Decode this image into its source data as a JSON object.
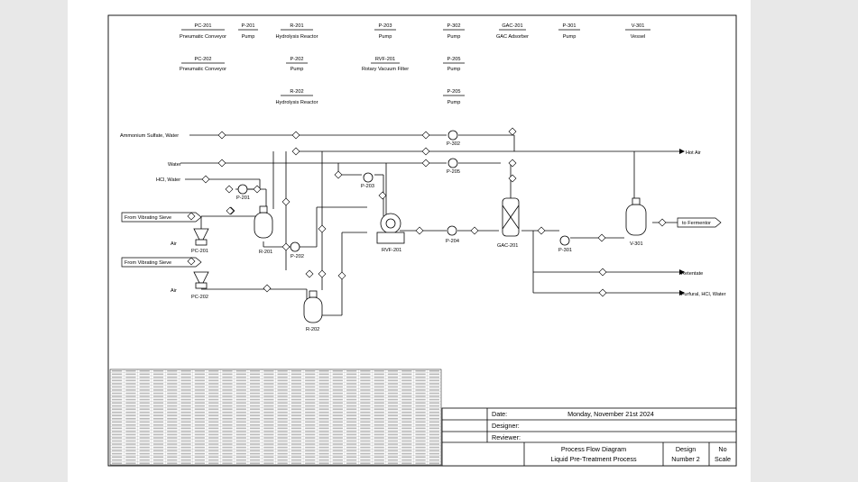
{
  "legend": [
    {
      "tag": "PC-201",
      "name": "Pneumatic Conveyor"
    },
    {
      "tag": "P-201",
      "name": "Pump"
    },
    {
      "tag": "R-201",
      "name": "Hydrolysis Reactor"
    },
    {
      "tag": "P-203",
      "name": "Pump"
    },
    {
      "tag": "P-302",
      "name": "Pump"
    },
    {
      "tag": "GAC-201",
      "name": "GAC Adsorber"
    },
    {
      "tag": "P-301",
      "name": "Pump"
    },
    {
      "tag": "V-301",
      "name": "Vessel"
    },
    {
      "tag": "PC-202",
      "name": "Pneumatic Conveyor"
    },
    {
      "tag": "P-202",
      "name": "Pump"
    },
    {
      "tag": "RVF-201",
      "name": "Rotary Vacuum Filter"
    },
    {
      "tag": "P-205",
      "name": "Pump"
    },
    {
      "tag": "R-202",
      "name": "Hydrolysis Reactor"
    },
    {
      "tag": "P-205",
      "name": "Pump"
    }
  ],
  "streams_in": {
    "ammonium": "Ammonium Sulfate, Water",
    "water": "Water",
    "hcl": "HCl, Water",
    "sieve1": "From Vibrating Sieve",
    "sieve2": "From Vibrating Sieve",
    "air1": "Air",
    "air2": "Air"
  },
  "streams_out": {
    "hot_air": "Hot Air",
    "fermentor": "to Fermentor",
    "retentate": "Retentate",
    "furfural": "Furfural, HCl, Water"
  },
  "equipment_labels": {
    "p302": "P-302",
    "p205": "P-205",
    "p201": "P-201",
    "p203": "P-203",
    "r201": "R-201",
    "p202": "P-202",
    "pc201": "PC-201",
    "pc202": "PC-202",
    "rvf": "RVF-201",
    "p204": "P-204",
    "gac": "GAC-201",
    "p301": "P-301",
    "v301": "V-301",
    "r202": "R-202"
  },
  "title_block": {
    "date_label": "Date:",
    "date_value": "Monday, November 21st 2024",
    "designer_label": "Designer:",
    "reviewer_label": "Reviewer:",
    "title1": "Process Flow Diagram",
    "title2": "Liquid Pre-Treatment Process",
    "design1": "Design",
    "design2": "Number 2",
    "scale1": "No",
    "scale2": "Scale"
  }
}
